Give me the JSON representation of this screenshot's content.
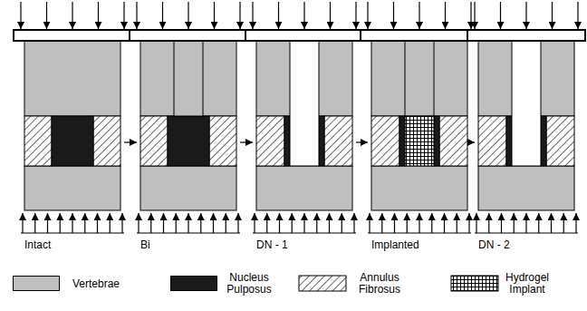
{
  "diagram": {
    "nodes": [
      {
        "text": [
          "Intact"
        ]
      },
      {
        "text": [
          "Bi"
        ]
      },
      {
        "text": [
          "DN - 1"
        ]
      },
      {
        "text": [
          "Implanted"
        ]
      },
      {
        "text": [
          "DN - 2"
        ]
      }
    ],
    "edges": [
      {
        "from": 0,
        "to": 1,
        "arrow": "to"
      },
      {
        "from": 1,
        "to": 2,
        "arrow": "to"
      },
      {
        "from": 2,
        "to": 3,
        "arrow": "to"
      },
      {
        "from": 3,
        "to": 4,
        "arrow": "to"
      }
    ],
    "legend": [
      {
        "text": "Vertebrae",
        "color": "#bfbfbf"
      },
      {
        "text": "Nucleus Pulposus",
        "color": "#1a1a1a"
      },
      {
        "text": "Annulus Fibrosus"
      },
      {
        "text": "Hydrogel Implant"
      }
    ]
  }
}
